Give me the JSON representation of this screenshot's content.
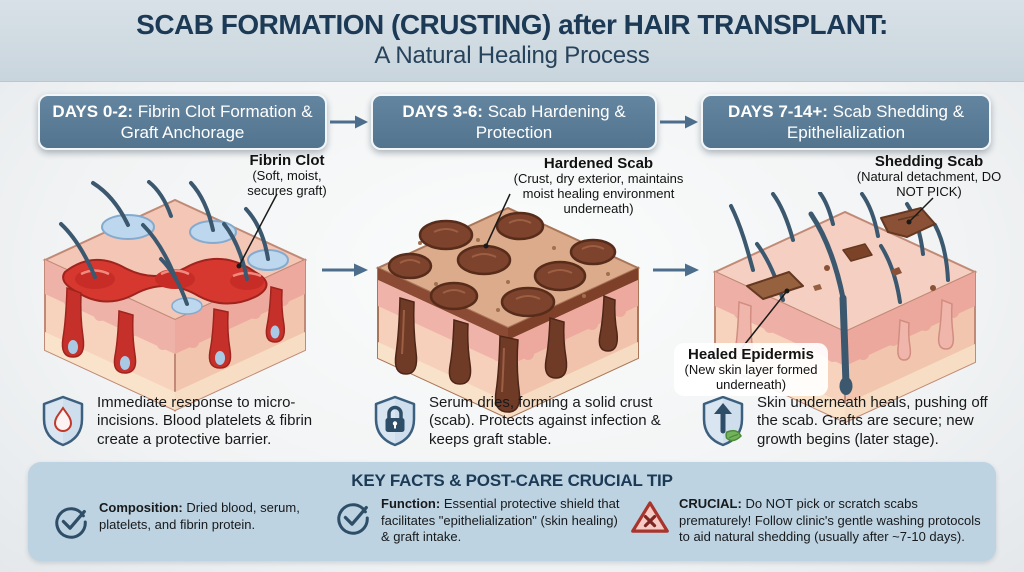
{
  "title": {
    "line1": "SCAB FORMATION (CRUSTING) after HAIR TRANSPLANT:",
    "line2": "A Natural Healing Process"
  },
  "stages": [
    {
      "header_bold": "DAYS 0-2:",
      "header_rest": " Fibrin Clot Formation & Graft Anchorage",
      "callout": {
        "title": "Fibrin Clot",
        "subtitle": "(Soft, moist, secures graft)"
      },
      "description": "Immediate response to micro-incisions. Blood platelets & fibrin create a protective barrier.",
      "icon": "shield-blood-drop-icon"
    },
    {
      "header_bold": "DAYS 3-6:",
      "header_rest": " Scab Hardening & Protection",
      "callout": {
        "title": "Hardened Scab",
        "subtitle": "(Crust, dry exterior, maintains moist healing environment underneath)"
      },
      "description": "Serum dries, forming a solid crust (scab). Protects against infection & keeps graft stable.",
      "icon": "shield-lock-icon"
    },
    {
      "header_bold": "DAYS 7-14+:",
      "header_rest": " Scab Shedding & Epithelialization",
      "callout": {
        "title": "Shedding Scab",
        "subtitle": "(Natural detachment, DO NOT PICK)"
      },
      "callout2": {
        "title": "Healed Epidermis",
        "subtitle": "(New skin layer formed underneath)"
      },
      "description": "Skin underneath heals, pushing off the scab. Grafts are secure; new growth begins (later stage).",
      "icon": "shield-growth-icon"
    }
  ],
  "footer": {
    "heading": "KEY FACTS & POST-CARE CRUCIAL TIP",
    "items": [
      {
        "icon": "check-circle-icon",
        "label": "Composition:",
        "text": "Dried blood, serum, platelets, and fibrin protein."
      },
      {
        "icon": "check-circle-icon",
        "label": "Function:",
        "text": "Essential protective shield that facilitates \"epithelialization\" (skin healing) & graft intake."
      },
      {
        "icon": "warning-triangle-icon",
        "label": "CRUCIAL:",
        "text": "Do NOT pick or scratch scabs prematurely! Follow clinic's gentle washing protocols to aid natural shedding (usually after ~7-10 days)."
      }
    ]
  },
  "colors": {
    "title_navy": "#1c3a55",
    "badge_blue": "#58799a",
    "arrow_blue": "#4c6e8c",
    "panel_blue": "#bdd3e2",
    "alert_red": "#a8352d",
    "clot_red": "#c5312a",
    "scab_brown": "#7d432d",
    "skin_pink": "#f3c6b6"
  }
}
